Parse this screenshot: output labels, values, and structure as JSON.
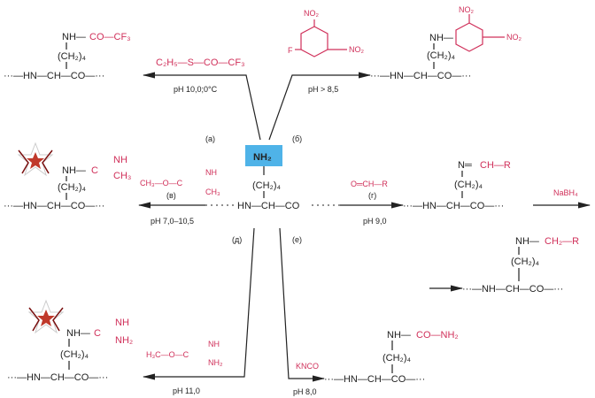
{
  "center": {
    "amine": "NH₂",
    "chain": "(CH₂)₄",
    "backbone": "HN—CH—CO",
    "labels": {
      "a": "(а)",
      "b": "(б)",
      "d": "(д)",
      "e": "(е)"
    },
    "highlight_color": "#4fb3e8"
  },
  "reactions": {
    "trifluoroacetyl": {
      "reagent": "C₂H₅—S—CO—CF₃",
      "condition": "pH 10,0;0°C",
      "product_side": "NH—",
      "product_mod": "CO—CF₃",
      "product_chain": "(CH₂)₄",
      "product_backbone": "···—HN—CH—CO—···"
    },
    "dinitrophenyl": {
      "reagent_f": "F",
      "reagent_no2_a": "NO₂",
      "reagent_no2_b": "NO₂",
      "condition": "pH > 8,5",
      "product_side": "NH—",
      "product_no2_a": "NO₂",
      "product_no2_b": "NO₂",
      "product_chain": "(CH₂)₄",
      "product_backbone": "···—HN—CH—CO—···"
    },
    "amidination": {
      "reagent_left": "CH₃—O—C",
      "reagent_nh": "NH",
      "reagent_ch3": "CH₃",
      "label": "(в)",
      "condition": "pH 7,0–10,5",
      "product_side": "NH—",
      "product_c": "C",
      "product_nh": "NH",
      "product_ch3": "CH₃",
      "product_chain": "(CH₂)₄",
      "product_backbone": "···—HN—CH—CO—···"
    },
    "schiff_base": {
      "reagent": "O═CH—R",
      "label": "(г)",
      "condition": "pH 9,0",
      "product_side": "N═",
      "product_mod": "CH—R",
      "product_chain": "(CH₂)₄",
      "product_backbone": "···—HN—CH—CO—···"
    },
    "reduction": {
      "reagent": "NaBH₄",
      "product_side": "NH—",
      "product_mod": "CH₂—R",
      "product_chain": "(CH₂)₄",
      "product_backbone": "···—NH—CH—CO—···"
    },
    "guanidination": {
      "reagent_left": "H₃C—O—C",
      "reagent_nh": "NH",
      "reagent_nh2": "NH₂",
      "condition": "pH 11,0",
      "product_side": "NH—",
      "product_c": "C",
      "product_nh": "NH",
      "product_nh2": "NH₂",
      "product_chain": "(CH₂)₄",
      "product_backbone": "···—HN—CH—CO—···"
    },
    "carbamylation": {
      "reagent": "KNCO",
      "condition": "pH 8,0",
      "product_side": "NH—",
      "product_mod": "CO—NH₂",
      "product_chain": "(CH₂)₄",
      "product_backbone": "···—HN—CH—CO—···"
    }
  },
  "colors": {
    "reagent": "#d0305a",
    "text": "#222222",
    "star": "#c0392b"
  }
}
